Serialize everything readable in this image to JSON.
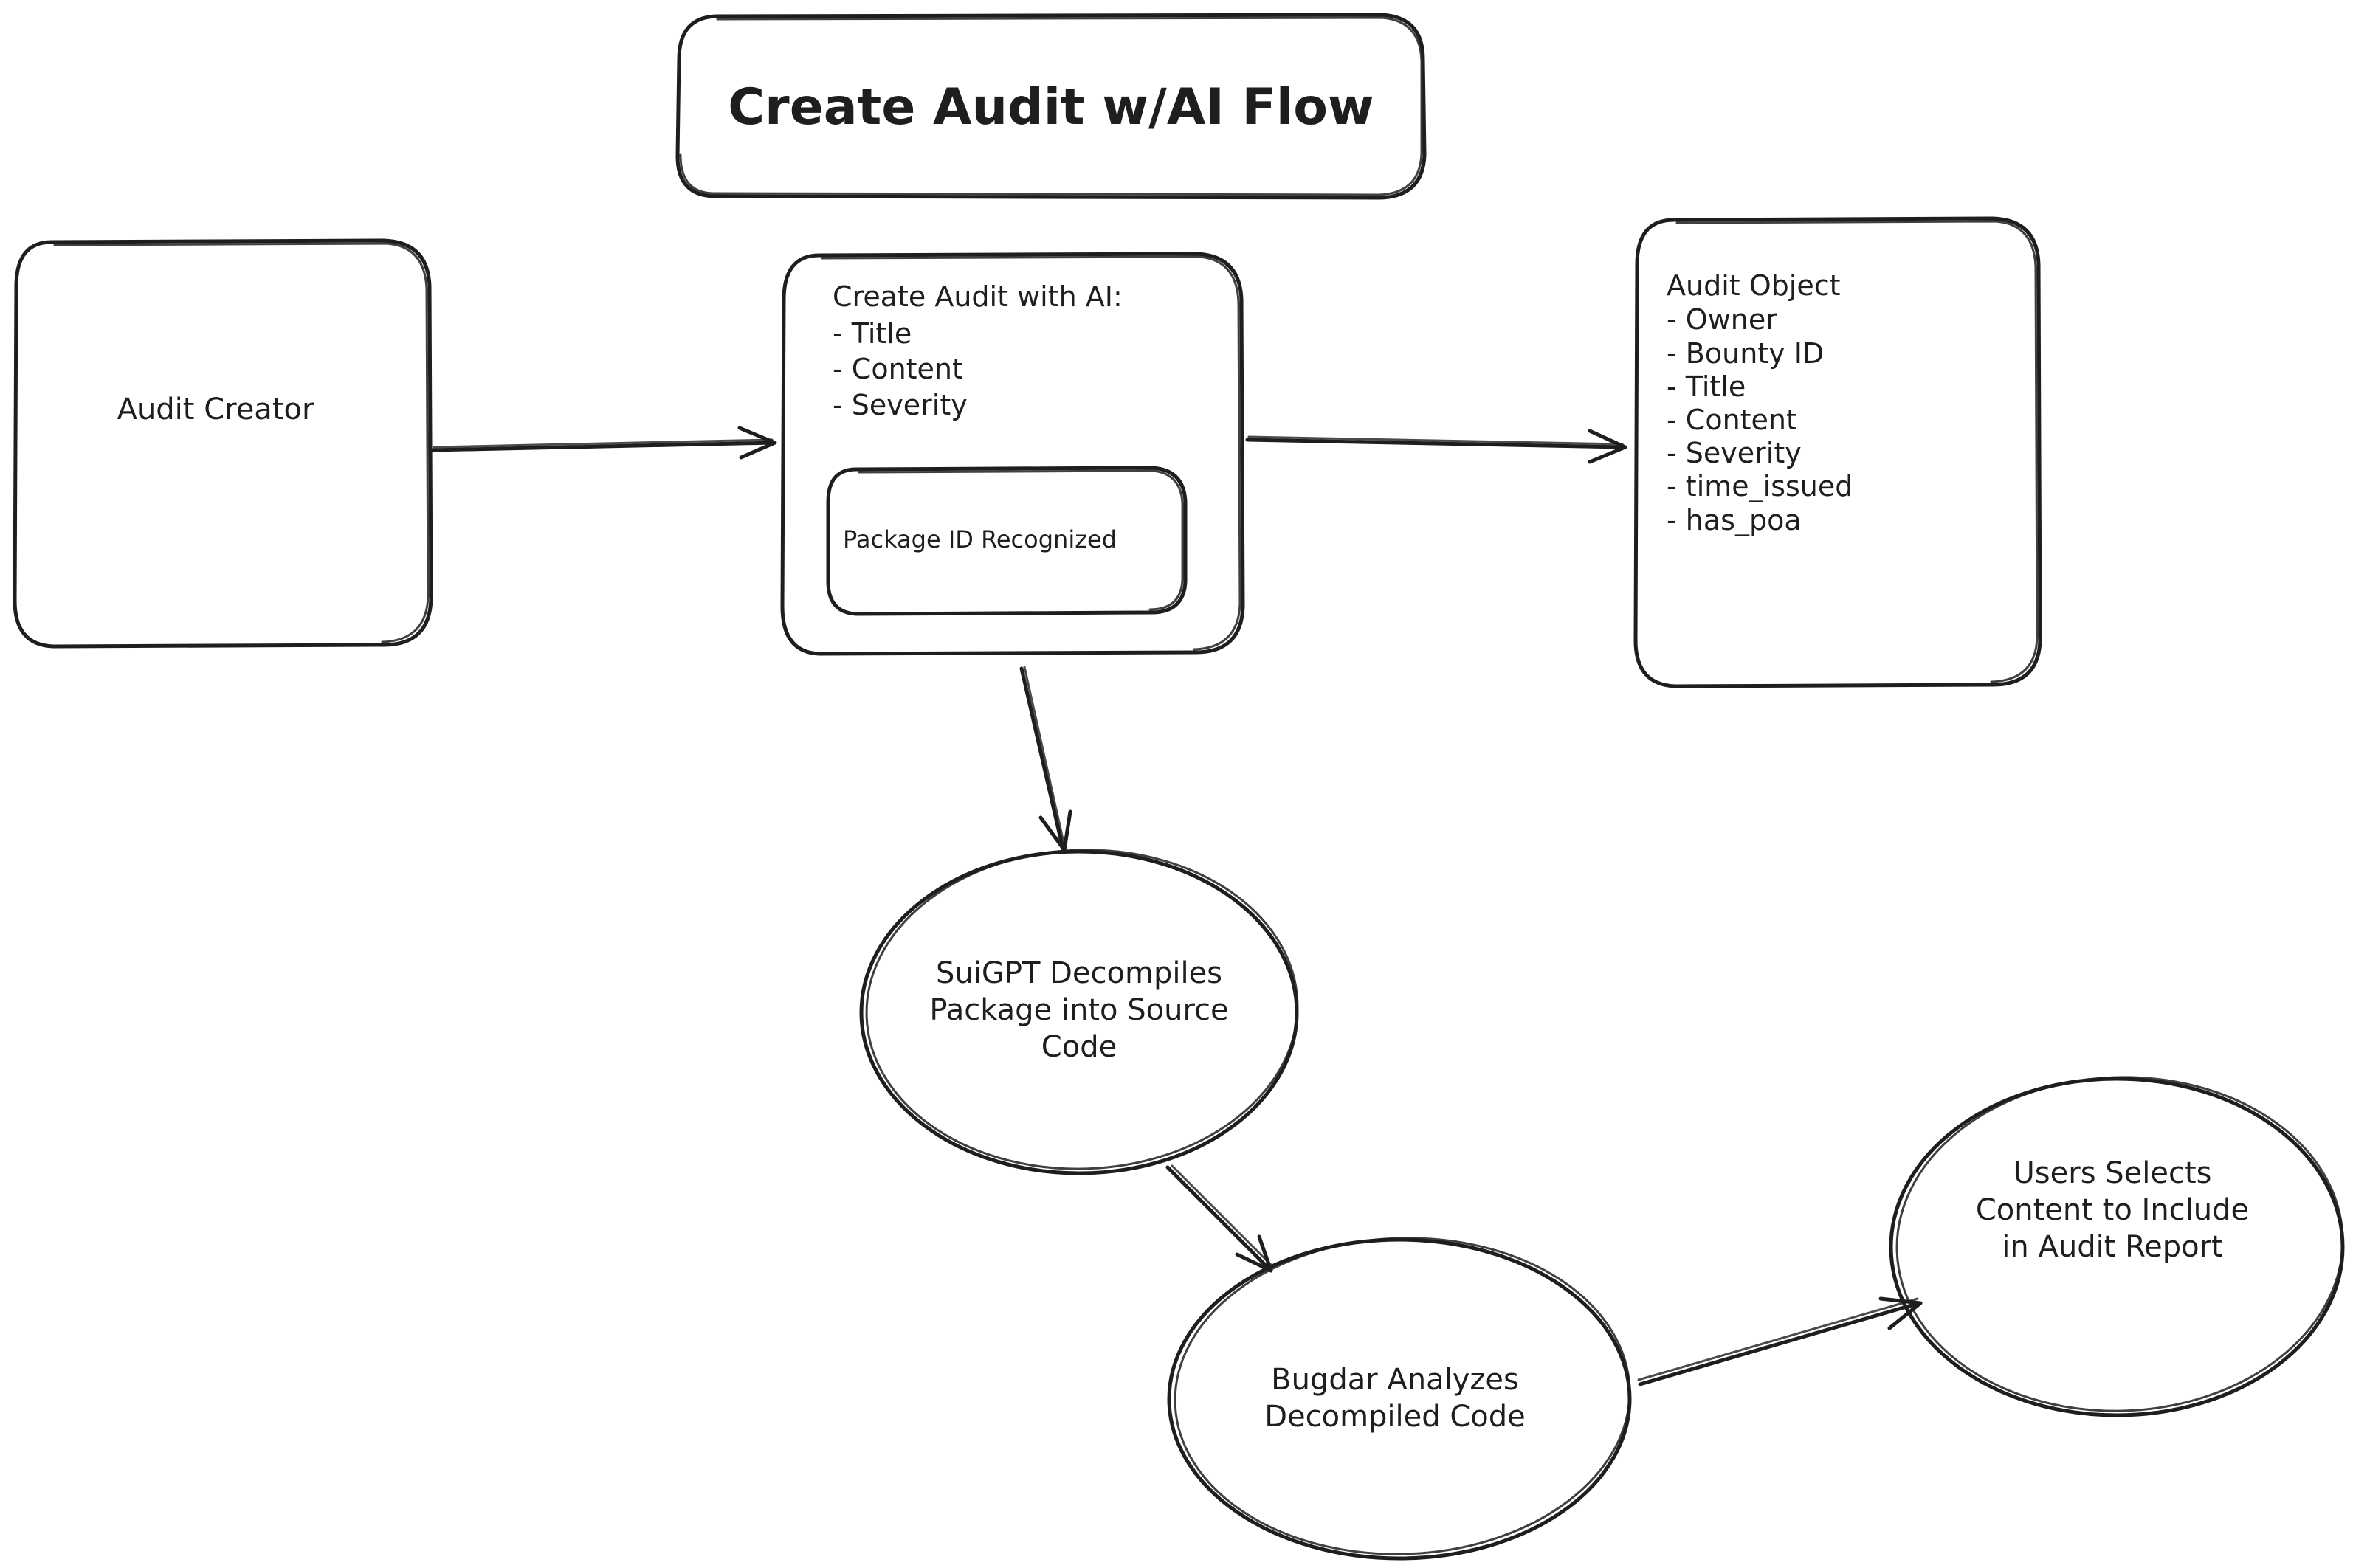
{
  "title": "Create Audit w/AI Flow",
  "nodes": {
    "audit_creator": "Audit Creator",
    "create_audit": {
      "heading": "Create Audit with AI:",
      "items": [
        "- Title",
        "- Content",
        "- Severity"
      ],
      "inner": "Package ID Recognized"
    },
    "audit_object": {
      "heading": "Audit Object",
      "items": [
        "- Owner",
        "- Bounty ID",
        "- Title",
        "- Content",
        "- Severity",
        "- time_issued",
        "- has_poa"
      ]
    },
    "suigpt": [
      "SuiGPT Decompiles",
      "Package into Source",
      "Code"
    ],
    "bugdar": [
      "Bugdar Analyzes",
      "Decompiled Code"
    ],
    "users_select": [
      "Users Selects",
      "Content to Include",
      "in Audit Report"
    ]
  }
}
